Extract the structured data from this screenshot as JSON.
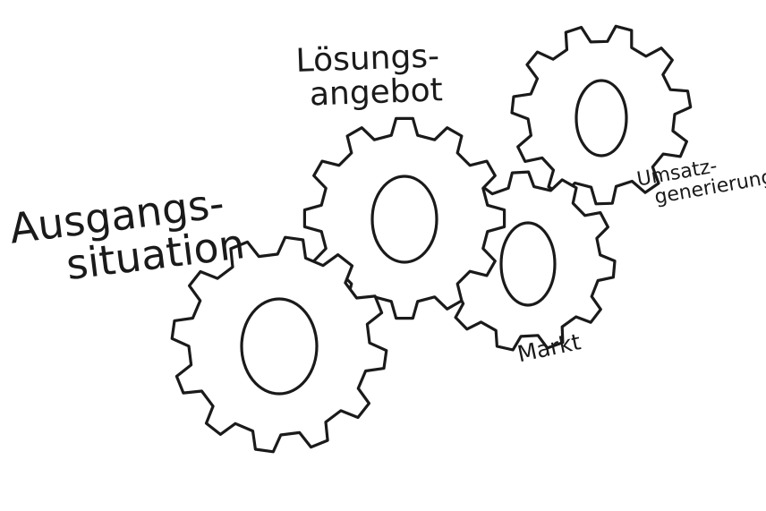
{
  "diagram": {
    "labels": {
      "ausgangssituation": [
        "Ausgangs-",
        "situation"
      ],
      "loesungsangebot": [
        "Lösungs-",
        "angebot"
      ],
      "markt": [
        "Markt"
      ],
      "umsatzgenerierung": [
        "Umsatz-",
        "generierung"
      ]
    },
    "gear_count": 4,
    "colors": {
      "ink": "#1a1a1a",
      "paper": "#ffffff"
    }
  }
}
